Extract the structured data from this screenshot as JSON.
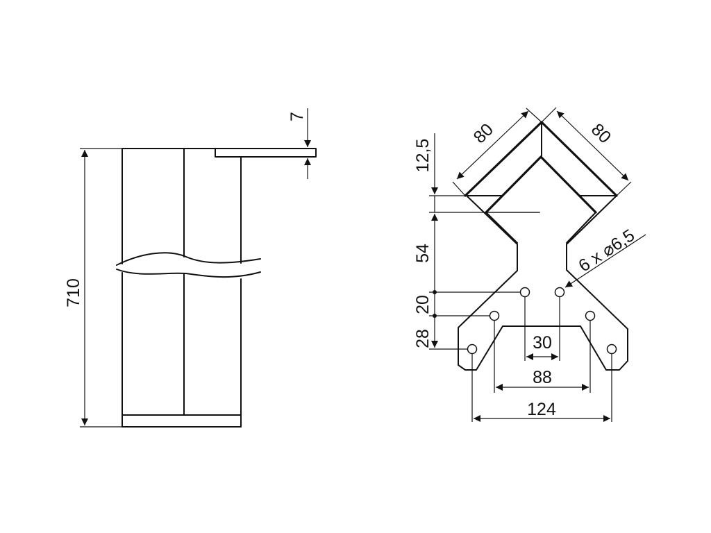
{
  "dimensions": {
    "side_height": "710",
    "plate_thickness": "7",
    "edge_left": "80",
    "edge_right": "80",
    "offset_top": "12,5",
    "depth": "54",
    "hole_spacing_vertical": "20",
    "hole_offset_bottom": "28",
    "hole_spacing_inner": "30",
    "hole_spacing_middle": "88",
    "hole_spacing_outer": "124",
    "hole_callout": "6 x ⌀6,5"
  },
  "colors": {
    "line": "#111111",
    "background": "#ffffff"
  }
}
